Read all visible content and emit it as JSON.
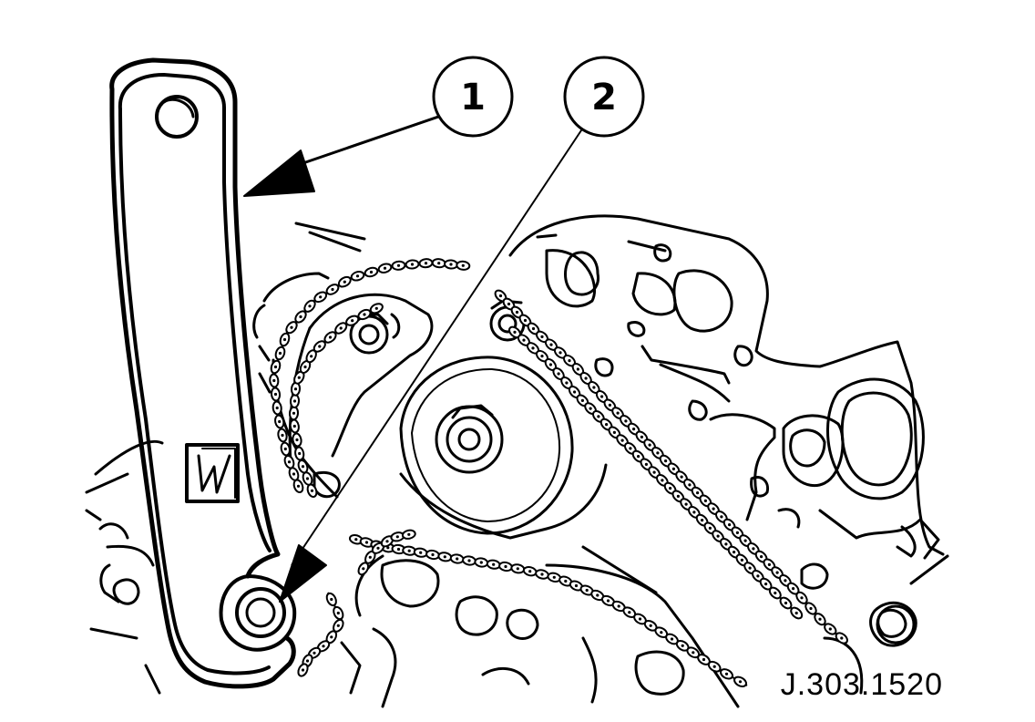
{
  "callouts": [
    {
      "id": "1",
      "label": "1"
    },
    {
      "id": "2",
      "label": "2"
    }
  ],
  "figure_ref": "J.303.1520"
}
